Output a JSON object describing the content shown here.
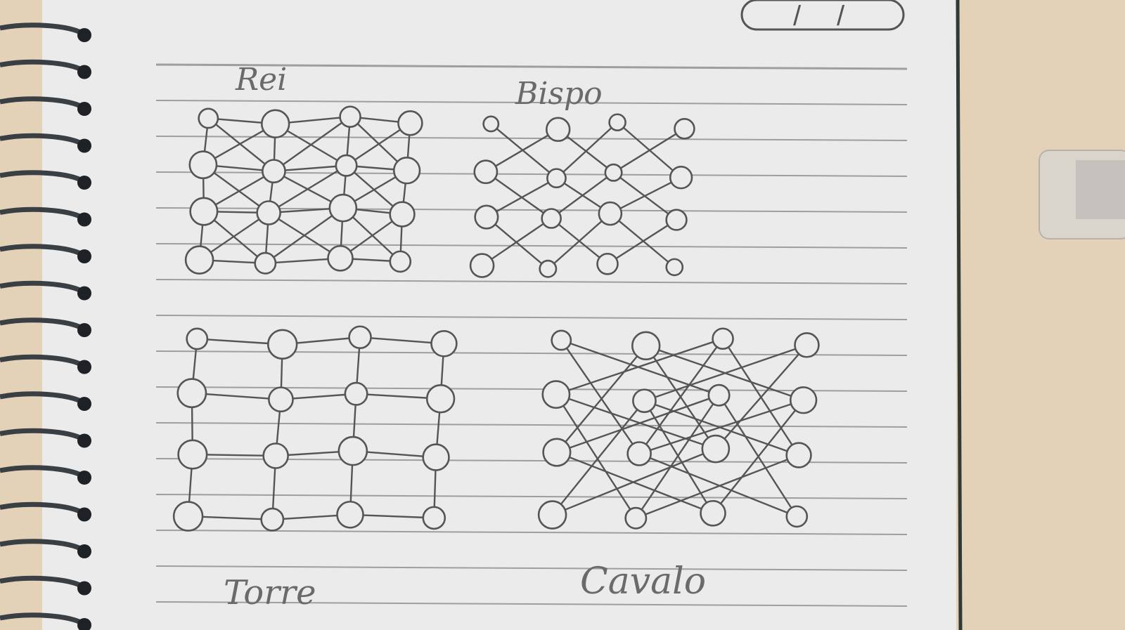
{
  "page": {
    "paper_color": "#ecebec",
    "desk_color": "#e3d2b8",
    "ink_color": "#555555",
    "rule_color": "#9e9ea2"
  },
  "date_box": {
    "separators": [
      "/",
      "/"
    ]
  },
  "graphs": {
    "rei": {
      "label": "Rei",
      "rows": 4,
      "cols": 4,
      "edge_rule": "king moves (orthogonal + diagonal neighbours)"
    },
    "bispo": {
      "label": "Bispo",
      "rows": 4,
      "cols": 4,
      "edge_rule": "bishop moves (diagonal neighbours)"
    },
    "torre": {
      "label": "Torre",
      "rows": 4,
      "cols": 4,
      "edge_rule": "rook moves (orthogonal neighbours)"
    },
    "cavalo": {
      "label": "Cavalo",
      "rows": 4,
      "cols": 4,
      "edge_rule": "knight moves (L-shaped jumps)"
    }
  }
}
